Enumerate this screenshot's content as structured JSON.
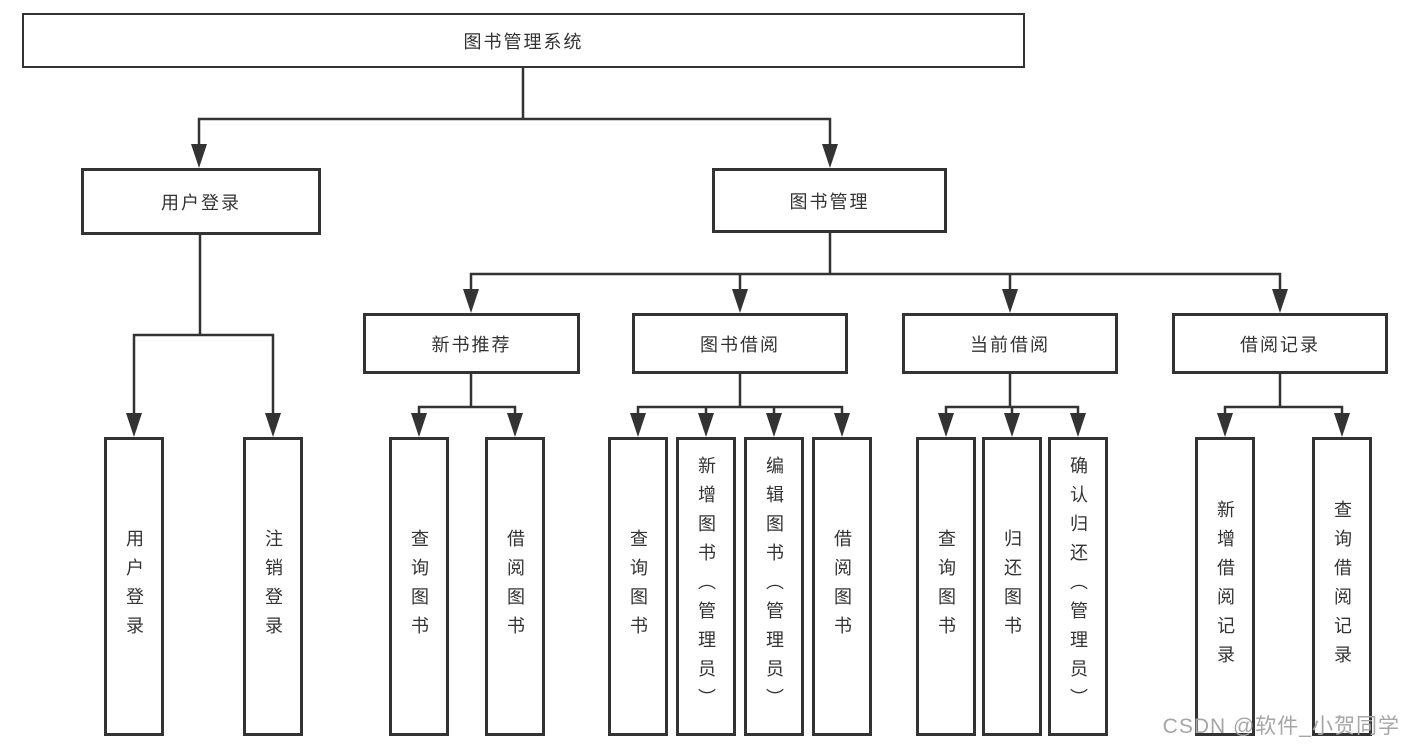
{
  "colors": {
    "line": "#333333",
    "text": "#333333",
    "watermark": "#a6a6a6",
    "background": "#ffffff"
  },
  "watermark": "CSDN @软件_小贺同学",
  "tree": {
    "root": "图书管理系统",
    "branches": [
      {
        "label": "用户登录",
        "children": [
          "用户登录",
          "注销登录"
        ]
      },
      {
        "label": "图书管理",
        "groups": [
          {
            "label": "新书推荐",
            "children": [
              "查询图书",
              "借阅图书"
            ]
          },
          {
            "label": "图书借阅",
            "children": [
              "查询图书",
              "新增图书（管理员）",
              "编辑图书（管理员）",
              "借阅图书"
            ]
          },
          {
            "label": "当前借阅",
            "children": [
              "查询图书",
              "归还图书",
              "确认归还（管理员）"
            ]
          },
          {
            "label": "借阅记录",
            "children": [
              "新增借阅记录",
              "查询借阅记录"
            ]
          }
        ]
      }
    ]
  }
}
